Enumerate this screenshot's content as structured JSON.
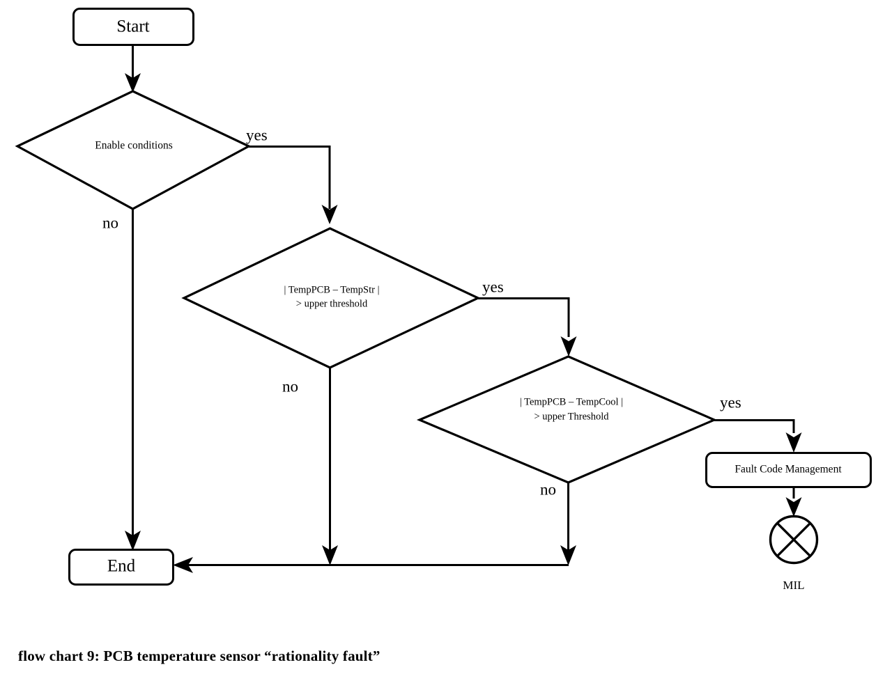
{
  "figure": {
    "caption": "flow chart 9: PCB temperature sensor “rationality fault”",
    "background_color": "#ffffff",
    "line_color": "#000000"
  },
  "chart_data": {
    "type": "diagram",
    "diagram_kind": "flowchart",
    "title": "flow chart 9: PCB temperature sensor “rationality fault”",
    "nodes": [
      {
        "id": "start",
        "shape": "rounded-rectangle",
        "label": "Start"
      },
      {
        "id": "enable",
        "shape": "diamond",
        "label": "Enable conditions"
      },
      {
        "id": "cmp_str",
        "shape": "diamond",
        "label_line1": "| TempPCB – TempStr |",
        "label_line2": "> upper  threshold"
      },
      {
        "id": "cmp_cool",
        "shape": "diamond",
        "label_line1": "| TempPCB – TempCool |",
        "label_line2": "> upper Threshold"
      },
      {
        "id": "fault_code",
        "shape": "rounded-rectangle",
        "label": "Fault Code Management"
      },
      {
        "id": "mil",
        "shape": "circle-with-cross",
        "label": "MIL"
      },
      {
        "id": "end",
        "shape": "rounded-rectangle",
        "label": "End"
      }
    ],
    "edges": [
      {
        "from": "start",
        "to": "enable",
        "label": ""
      },
      {
        "from": "enable",
        "to": "cmp_str",
        "label": "yes"
      },
      {
        "from": "enable",
        "to": "end",
        "label": "no"
      },
      {
        "from": "cmp_str",
        "to": "cmp_cool",
        "label": "yes"
      },
      {
        "from": "cmp_str",
        "to": "end",
        "label": "no"
      },
      {
        "from": "cmp_cool",
        "to": "fault_code",
        "label": "yes"
      },
      {
        "from": "cmp_cool",
        "to": "end",
        "label": "no"
      },
      {
        "from": "fault_code",
        "to": "mil",
        "label": ""
      }
    ]
  },
  "nodes": {
    "start": {
      "label": "Start"
    },
    "enable_conditions": {
      "label": "Enable conditions"
    },
    "compare_str": {
      "line1": "| TempPCB – TempStr |",
      "line2": "> upper  threshold"
    },
    "compare_cool": {
      "line1": "| TempPCB – TempCool |",
      "line2": "> upper Threshold"
    },
    "fault_code_management": {
      "label": "Fault Code Management"
    },
    "mil": {
      "label": "MIL"
    },
    "end": {
      "label": "End"
    }
  },
  "branch_labels": {
    "enable_yes": "yes",
    "enable_no": "no",
    "str_yes": "yes",
    "str_no": "no",
    "cool_yes": "yes",
    "cool_no": "no"
  }
}
